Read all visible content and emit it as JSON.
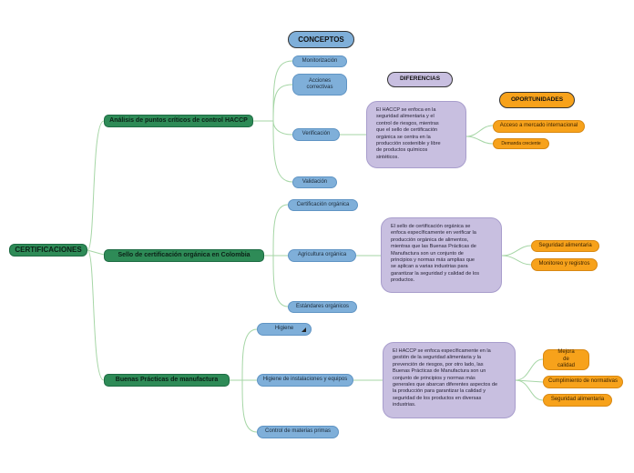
{
  "title": "CERTIFICACIONES",
  "headers": {
    "conceptos": "CONCEPTOS",
    "diferencias": "DIFERENCIAS",
    "oportunidades": "OPORTUNIDADES"
  },
  "branches": [
    {
      "label": "Análisis de puntos críticos de control HACCP",
      "children": [
        "Monitorización",
        "Acciones correctivas",
        "Verificación",
        "Validación"
      ],
      "description": "El HACCP se enfoca en la\nseguridad alimentaria y el\ncontrol de riesgos, mientras\nque el sello de certificación\norgánica se centra en la\nproducción sostenible y libre\nde productos químicos\nsintéticos.",
      "opportunities": [
        "Acceso a mercado internacional",
        "Demanda creciente"
      ]
    },
    {
      "label": "Sello de certificación orgánica en Colombia",
      "children": [
        "Certificación orgánica",
        "Agricultura orgánica",
        "Estándares orgánicos"
      ],
      "description": "El sello de certificación orgánica se\nenfoca específicamente en verificar la\nproducción orgánica de alimentos,\nmientras que las Buenas Prácticas de\nManufactura son un conjunto de\nprincipios y normas más amplias que\nse aplican a varias industrias para\ngarantizar la seguridad y calidad de los\nproductos.",
      "opportunities": [
        "Seguridad alimentaria",
        "Monitoreo y registros"
      ]
    },
    {
      "label": "Buenas Prácticas de manufactura",
      "children": [
        "Higiene",
        "Higiene de instalaciones y equipos",
        "Control de materias primas"
      ],
      "description": "El HACCP se enfoca específicamente en la\ngestión de la seguridad alimentaria y la\nprevención de riesgos, por otro lado, las\nBuenas Prácticas de Manufactura son un\nconjunto de principios y normas más\ngenerales que abarcan diferentes aspectos de\nla producción para garantizar la calidad y\nseguridad de los productos en diversas\nindustrias.",
      "opportunities": [
        "Mejora de calidad",
        "Cumplimiento de normativas",
        "Seguridad alimentaria"
      ]
    }
  ],
  "colors": {
    "root": "#2e8b57",
    "sub": "#7fafd9",
    "description": "#c8bfe0",
    "opportunity": "#f7a21b",
    "connector": "#a6d6a6"
  }
}
